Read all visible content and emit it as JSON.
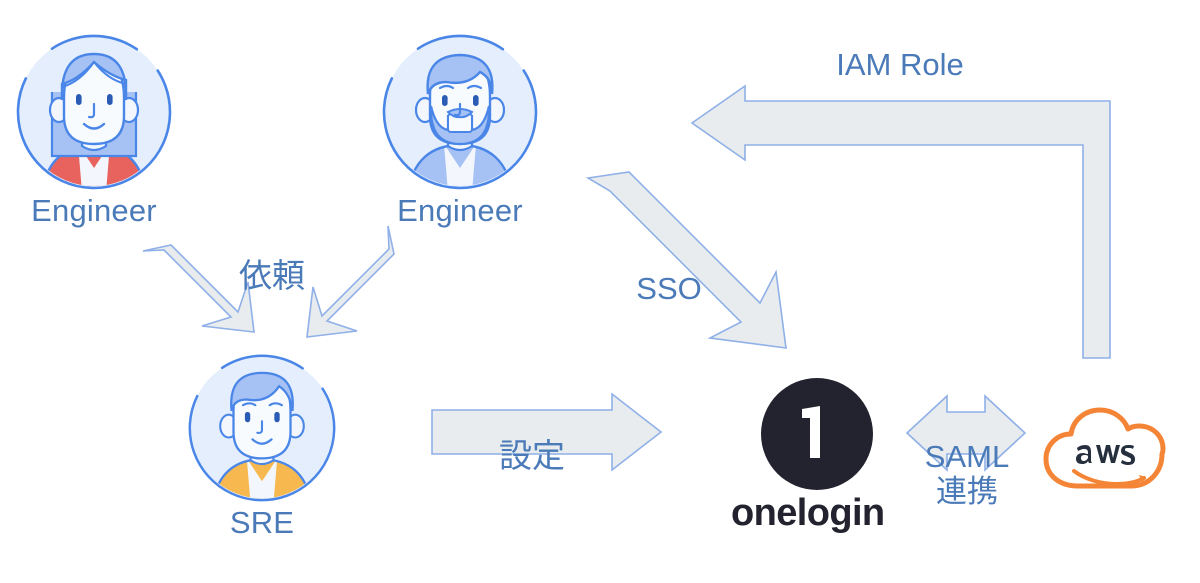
{
  "diagram": {
    "title": "SSO and IAM Role federation flow",
    "background": "#ffffff",
    "colors": {
      "label_blue": "#4a7ab8",
      "arrow_fill": "#e8ecee",
      "arrow_stroke": "#8fb0e8",
      "avatar_blue": "#4a86e8",
      "avatar_bg": "#dfeafc",
      "hair_blue": "#a6c2f5",
      "shirt_red": "#e8625e",
      "shirt_orange": "#f7b94f",
      "shirt_blue": "#a6c2f5",
      "onelogin_dark": "#23232f",
      "aws_orange": "#f58536",
      "aws_text": "#252f3e"
    }
  },
  "nodes": [
    {
      "id": "engineer-1",
      "label": "Engineer",
      "icon": "avatar-female-engineer-icon",
      "shirt": "red"
    },
    {
      "id": "engineer-2",
      "label": "Engineer",
      "icon": "avatar-bearded-engineer-icon",
      "shirt": "blue"
    },
    {
      "id": "sre",
      "label": "SRE",
      "icon": "avatar-sre-icon",
      "shirt": "orange"
    },
    {
      "id": "onelogin",
      "label": "onelogin",
      "icon": "onelogin-logo-icon",
      "mark": "1"
    },
    {
      "id": "aws",
      "label": "",
      "icon": "aws-cloud-logo-icon",
      "mark": "aws"
    }
  ],
  "edges": [
    {
      "id": "request-left",
      "label": "依頼",
      "icon": "arrow-down-right-icon",
      "from": "engineer-1",
      "to": "sre"
    },
    {
      "id": "request-right",
      "label": "",
      "icon": "arrow-down-left-icon",
      "from": "engineer-2",
      "to": "sre"
    },
    {
      "id": "sso",
      "label": "SSO",
      "icon": "arrow-down-right-long-icon",
      "from": "engineer-2",
      "to": "onelogin"
    },
    {
      "id": "configure",
      "label": "設定",
      "icon": "arrow-right-icon",
      "from": "sre",
      "to": "onelogin"
    },
    {
      "id": "saml",
      "label_line1": "SAML",
      "label_line2": "連携",
      "icon": "arrow-double-horizontal-icon",
      "from": "onelogin",
      "to": "aws"
    },
    {
      "id": "iam-role",
      "label": "IAM Role",
      "icon": "arrow-elbow-left-icon",
      "from": "aws",
      "to": "engineer-2"
    }
  ]
}
